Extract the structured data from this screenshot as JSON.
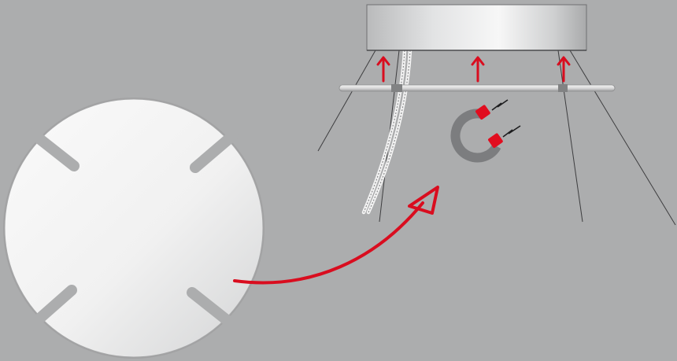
{
  "scene": {
    "background_color": "#acadae",
    "accent_color": "#d90d1f",
    "components": [
      "ceiling-canopy",
      "suspension-cables",
      "power-cord",
      "support-rod",
      "magnet-icon",
      "cover-disc",
      "placement-arrow"
    ],
    "upward_arrows_count": 3,
    "disc_slot_count": 4
  }
}
